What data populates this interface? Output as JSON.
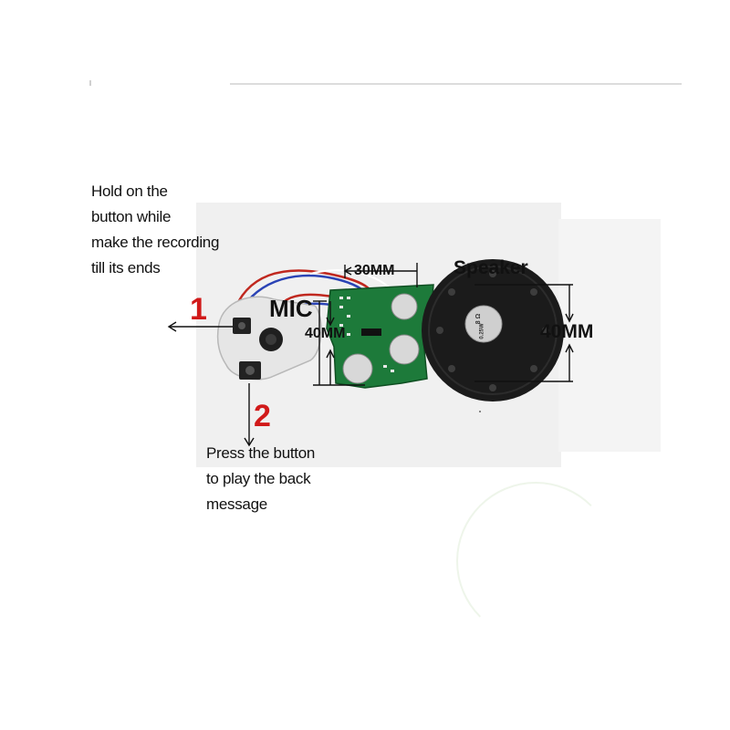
{
  "hold_instruction": {
    "lines": [
      "Hold on the",
      "button while",
      "make the recording",
      "till its ends"
    ]
  },
  "play_instruction": {
    "lines": [
      "Press the button",
      "to play the back",
      "message"
    ]
  },
  "labels": {
    "mic": "MIC",
    "speaker": "Speaker",
    "board_width": "30MM",
    "board_height": "40MM",
    "speaker_diameter": "40MM",
    "button_1": "1",
    "button_2": "2",
    "speaker_marking_1": "8 Ω",
    "speaker_marking_2": "0.25W"
  },
  "colors": {
    "pcb_green": "#1d7a3a",
    "speaker_black": "#1b1b1b",
    "number_red": "#d11a1a"
  }
}
